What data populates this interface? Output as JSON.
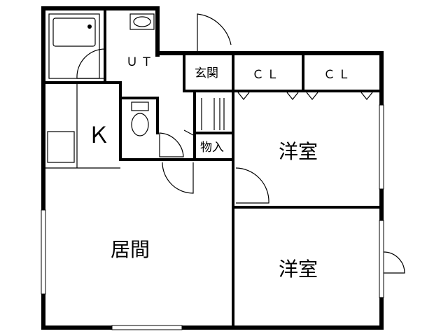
{
  "floorplan": {
    "rooms": {
      "ut": "ＵＴ",
      "genkan": "玄関",
      "cl1": "ＣＬ",
      "cl2": "ＣＬ",
      "kitchen": "Ｋ",
      "monoire": "物入",
      "youshitsu1": "洋室",
      "youshitsu2": "洋室",
      "ima": "居間"
    }
  }
}
